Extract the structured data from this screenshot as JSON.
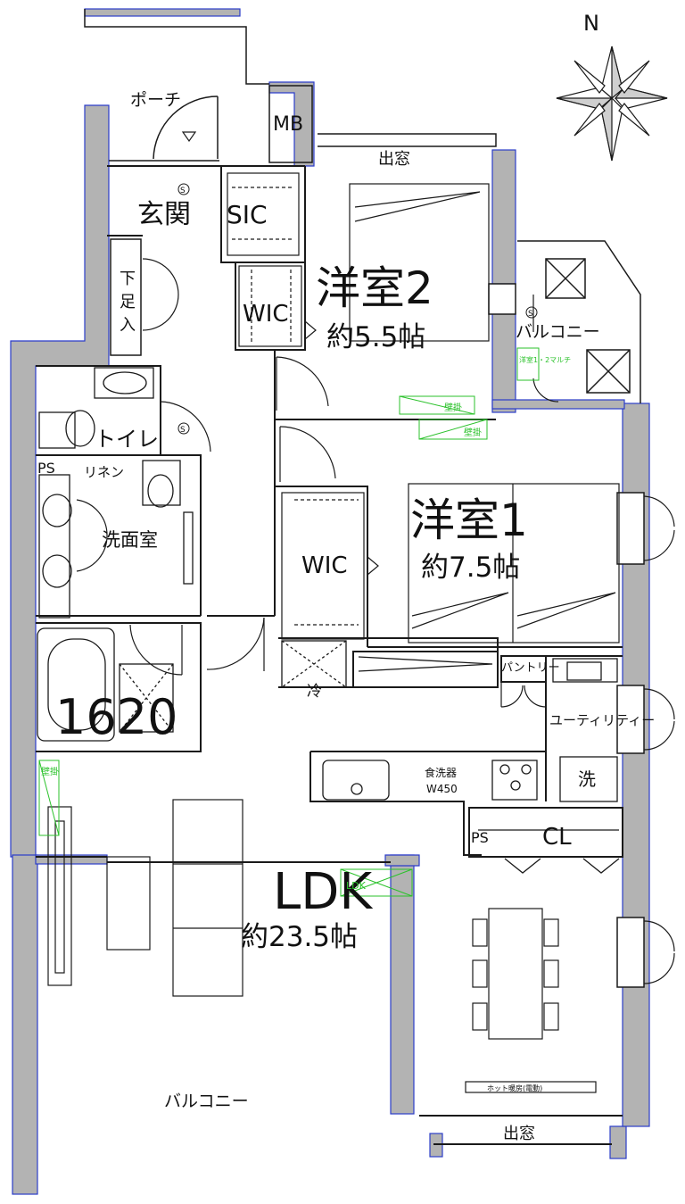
{
  "compass": {
    "north": "N"
  },
  "rooms": {
    "porch": "ポーチ",
    "mb": "MB",
    "bay_top": "出窓",
    "entrance": "玄関",
    "sic": "SIC",
    "geta_1": "下",
    "geta_2": "足",
    "geta_3": "入",
    "western2_name": "洋室2",
    "western2_size": "約5.5帖",
    "wic_top": "WIC",
    "balcony_small": "バルコニー",
    "toilet": "トイレ",
    "ps_top": "PS",
    "linen": "リネン",
    "washroom": "洗面室",
    "western1_name": "洋室1",
    "western1_size": "約7.5帖",
    "wic_mid": "WIC",
    "bath_size": "1620",
    "fridge": "冷",
    "pantry": "パントリー",
    "utility": "ユーティリティー",
    "dishwasher": "食洗器",
    "dishwasher_width": "W450",
    "washer": "洗",
    "ps_bottom": "PS",
    "cl": "CL",
    "ldk_name": "LDK",
    "ldk_size": "約23.5帖",
    "balcony_large": "バルコニー",
    "bay_bottom": "出窓"
  },
  "annotations": {
    "wall_mount_1": "壁掛",
    "wall_mount_2": "壁掛",
    "wall_mount_ldk": "壁掛",
    "multi_note": "洋室1・2マルチ",
    "ldk_ac": "LDK",
    "floor_heating": "ホット暖房(電動)",
    "sensor_1": "S",
    "sensor_2": "S",
    "sensor_3": "S"
  },
  "colors": {
    "wall": "#b3b3b3",
    "line": "#1a1a1a",
    "accent_blue": "#2b3cc9",
    "annotation_green": "#2bc22b"
  }
}
